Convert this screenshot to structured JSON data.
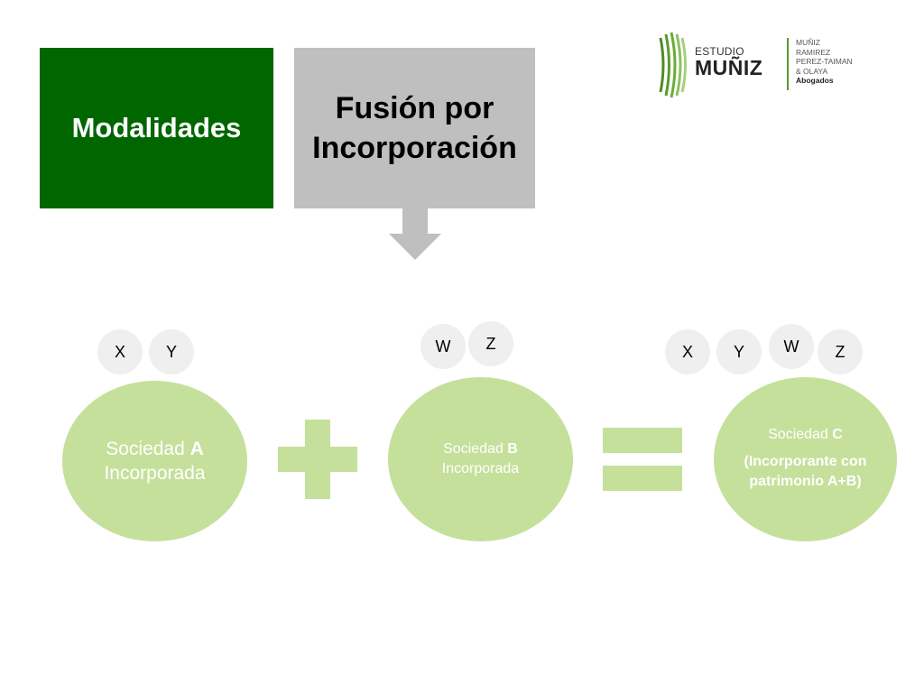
{
  "header": {
    "modalidades_label": "Modalidades",
    "fusion_line1": "Fusión por",
    "fusion_line2": "Incorporación"
  },
  "logo": {
    "estudio": "ESTUDIO",
    "muniz": "MUÑIZ",
    "firm_lines": [
      "MUÑIZ",
      "RAMIREZ",
      "PEREZ-TAIMAN",
      "& OLAYA",
      "Abogados"
    ]
  },
  "company_a": {
    "tokens": [
      "X",
      "Y"
    ],
    "prefix": "Sociedad ",
    "letter": "A",
    "role": "Incorporada"
  },
  "company_b": {
    "tokens": [
      "W",
      "Z"
    ],
    "prefix": "Sociedad ",
    "letter": "B",
    "role": "Incorporada"
  },
  "company_c": {
    "tokens": [
      "X",
      "Y",
      "W",
      "Z"
    ],
    "prefix": "Sociedad ",
    "letter": "C",
    "detail": "(Incorporante con patrimonio A+B)"
  },
  "colors": {
    "modalidades_bg": "#006600",
    "fusion_bg": "#bfbfbf",
    "circle_green": "#c5e09b",
    "token_bg": "#efefef",
    "logo_green": "#5a9a2e"
  }
}
